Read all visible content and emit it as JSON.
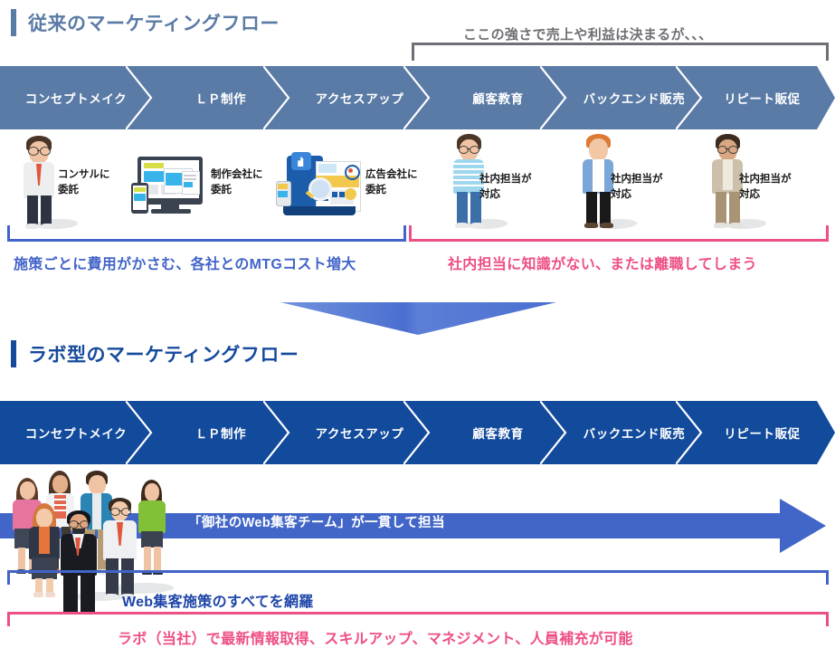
{
  "meta": {
    "colors": {
      "muted_blue": "#5a7ba6",
      "accent_blue": "#4264c8",
      "deep_blue": "#124a9c",
      "band_blue": "#4266c8",
      "pink": "#ee4f85",
      "gray": "#6f6f75",
      "title_blue_1": "#5a7ba6",
      "title_blue_2": "#154a9c"
    }
  },
  "section_old": {
    "title": "従来のマーケティングフロー",
    "top_note": "ここの強さで売上や利益は決まるが、、、",
    "stages": [
      {
        "label": "コンセプトメイク"
      },
      {
        "label": "ＬＰ制作"
      },
      {
        "label": "アクセスアップ"
      },
      {
        "label": "顧客教育"
      },
      {
        "label": "バックエンド販売"
      },
      {
        "label": "リピート販促"
      }
    ],
    "actors": [
      {
        "name": "consultant",
        "label_line1": "コンサルに",
        "label_line2": "委託"
      },
      {
        "name": "production-company",
        "label_line1": "制作会社に",
        "label_line2": "委託"
      },
      {
        "name": "ad-agency",
        "label_line1": "広告会社に",
        "label_line2": "委託"
      },
      {
        "name": "internal-staff-1",
        "label_line1": "社内担当が",
        "label_line2": "対応"
      },
      {
        "name": "internal-staff-2",
        "label_line1": "社内担当が",
        "label_line2": "対応"
      },
      {
        "name": "internal-staff-3",
        "label_line1": "社内担当が",
        "label_line2": "対応"
      }
    ],
    "caption_left": "施策ごとに費用がかさむ、各社とのMTGコスト増大",
    "caption_right": "社内担当に知識がない、または離職してしまう"
  },
  "section_lab": {
    "title": "ラボ型のマーケティングフロー",
    "stages": [
      {
        "label": "コンセプトメイク"
      },
      {
        "label": "ＬＰ制作"
      },
      {
        "label": "アクセスアップ"
      },
      {
        "label": "顧客教育"
      },
      {
        "label": "バックエンド販売"
      },
      {
        "label": "リピート販促"
      }
    ],
    "band_text": "「御社のWeb集客チーム」が一貫して担当",
    "caption_coverage": "Web集客施策のすべてを網羅",
    "caption_bottom": "ラボ（当社）で最新情報取得、スキルアップ、マネジメント、人員補充が可能"
  }
}
